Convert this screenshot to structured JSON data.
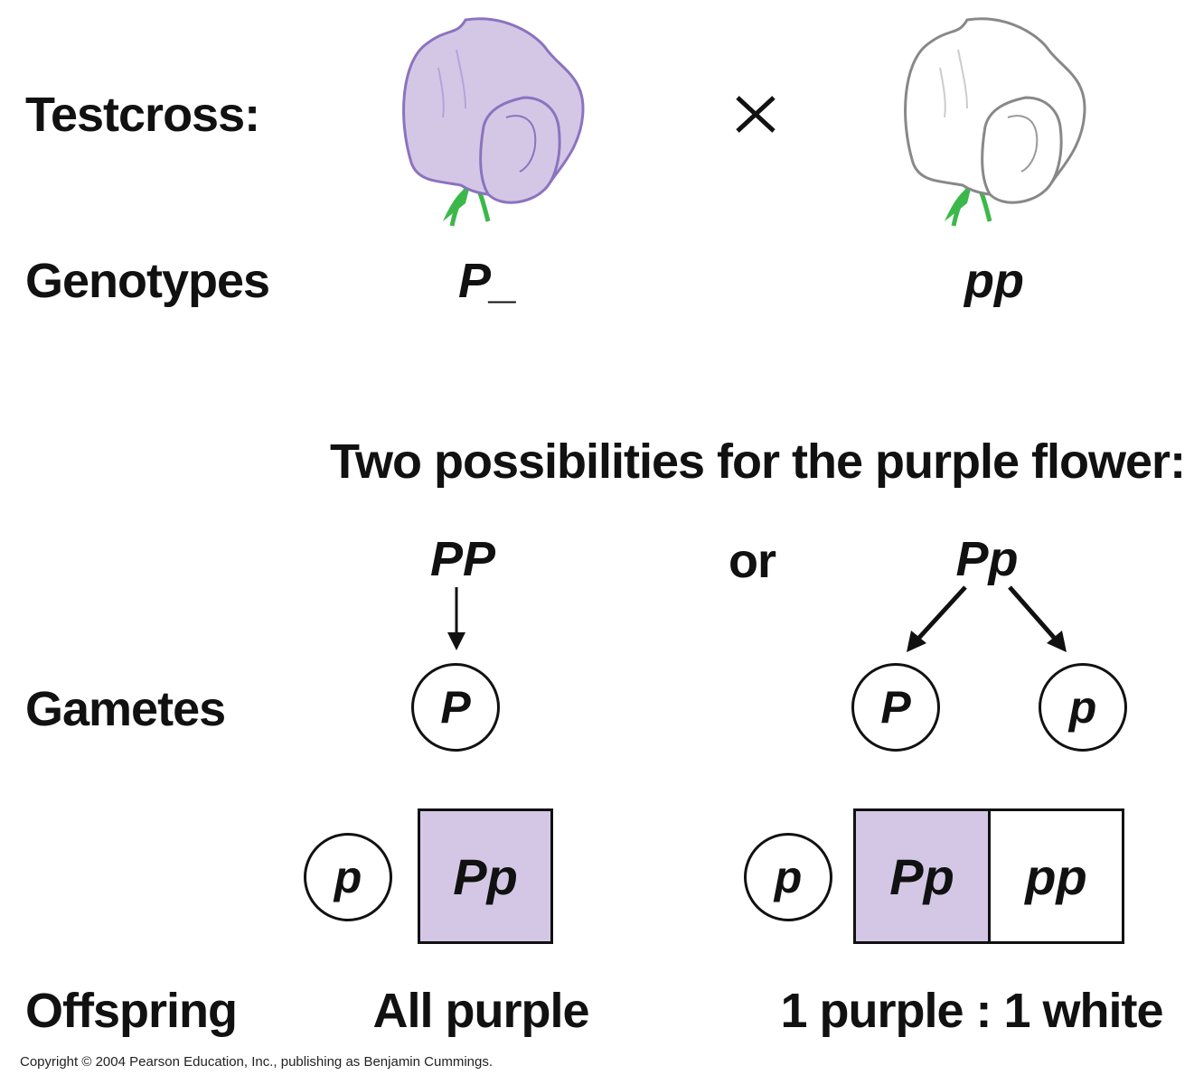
{
  "labels": {
    "testcross": "Testcross:",
    "genotypes": "Genotypes",
    "gametes": "Gametes",
    "offspring": "Offspring"
  },
  "cross_symbol": "×",
  "parents": {
    "purple": {
      "genotype": "P_",
      "flower_color": "#d4c7e6",
      "outline_color": "#8b73bf"
    },
    "white": {
      "genotype": "pp",
      "flower_color": "#ffffff",
      "outline_color": "#888888"
    },
    "leaf_color": "#3cb84a"
  },
  "possibilities_heading": "Two possibilities for the purple flower:",
  "or_text": "or",
  "case_homozygous": {
    "genotype": "PP",
    "gametes": [
      "P"
    ],
    "tester_gamete": "p",
    "offspring_cells": [
      {
        "genotype": "Pp",
        "fill": "#d4c7e6"
      }
    ],
    "result": "All purple"
  },
  "case_heterozygous": {
    "genotype": "Pp",
    "gametes": [
      "P",
      "p"
    ],
    "tester_gamete": "p",
    "offspring_cells": [
      {
        "genotype": "Pp",
        "fill": "#d4c7e6"
      },
      {
        "genotype": "pp",
        "fill": "#ffffff"
      }
    ],
    "result": "1 purple : 1 white"
  },
  "copyright": "Copyright © 2004 Pearson Education, Inc., publishing as Benjamin Cummings."
}
